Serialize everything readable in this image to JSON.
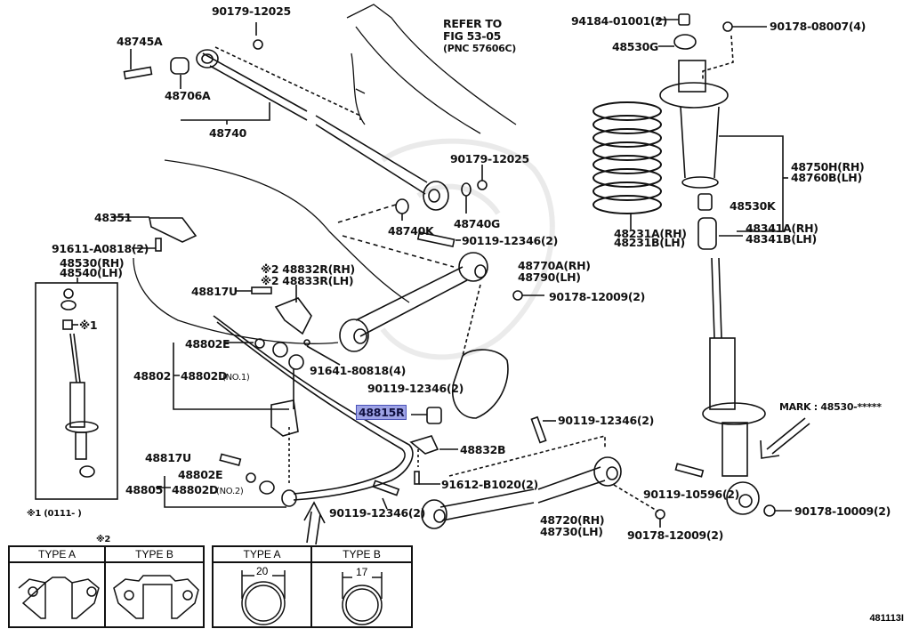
{
  "diagram": {
    "title_ref": {
      "line1": "REFER TO",
      "line2": "FIG 53-05",
      "line3": "(PNC 57606C)"
    },
    "figure_number": "481113I",
    "highlighted_part": "48815R",
    "mark_note": "MARK : 48530-*****",
    "footnote_1": "※1 (0111-      )",
    "footnote_2_symbol": "※2",
    "labels": {
      "p48745A": "48745A",
      "p90179_top": "90179-12025",
      "p48706A": "48706A",
      "p48740": "48740",
      "p90179_mid": "90179-12025",
      "p48740G": "48740G",
      "p48740K": "48740K",
      "p90119_a": "90119-12346(2)",
      "p48351": "48351",
      "p91611": "91611-A0818(2)",
      "p48530": "48530(RH)",
      "p48540": "48540(LH)",
      "mark1": "※1",
      "p48832R": "※2 48832R(RH)",
      "p48833R": "※2 48833R(LH)",
      "p48817U_a": "48817U",
      "p48770A": "48770A(RH)",
      "p48790": "48790(LH)",
      "p90178_12009_a": "90178-12009(2)",
      "p48802E_a": "48802E",
      "p48802": "48802",
      "p48802D_a": "48802D",
      "no1": "(NO.1)",
      "p91641": "91641-80818(4)",
      "p90119_b": "90119-12346(2)",
      "p48815R": "48815R",
      "p90119_c": "90119-12346(2)",
      "p48832B": "48832B",
      "p48817U_b": "48817U",
      "p48802E_b": "48802E",
      "p48805": "48805",
      "p48802D_b": "48802D",
      "no2": "(NO.2)",
      "p91612": "91612-B1020(2)",
      "p90119_d": "90119-12346(2)",
      "p48720": "48720(RH)",
      "p48730": "48730(LH)",
      "p90119_10596": "90119-10596(2)",
      "p90178_12009_b": "90178-12009(2)",
      "p90178_10009": "90178-10009(2)",
      "p94184": "94184-01001(2)",
      "p90178_08007": "90178-08007(4)",
      "p48530G": "48530G",
      "p48750H": "48750H(RH)",
      "p48760B": "48760B(LH)",
      "p48530K": "48530K",
      "p48231A": "48231A(RH)",
      "p48231B": "48231B(LH)",
      "p48341A": "48341A(RH)",
      "p48341B": "48341B(LH)"
    },
    "table_bracket": {
      "type_a": "TYPE A",
      "type_b": "TYPE B"
    },
    "table_bushing": {
      "type_a": "TYPE A",
      "type_b": "TYPE B",
      "dim_a": "20",
      "dim_b": "17"
    }
  }
}
